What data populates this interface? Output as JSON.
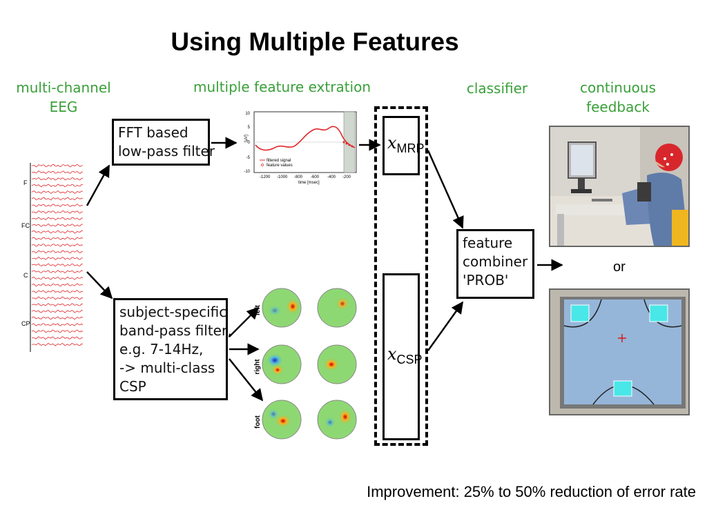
{
  "slide": {
    "title": "Using Multiple Features",
    "footer": "Improvement: 25% to 50% reduction of error rate"
  },
  "stages": {
    "eeg": "multi-channel\nEEG",
    "extraction": "multiple feature extration",
    "classifier": "classifier",
    "feedback": "continuous\nfeedback"
  },
  "eeg_channels": [
    "F",
    "FC",
    "C",
    "CP"
  ],
  "boxes": {
    "fft": "FFT based\nlow-pass filter",
    "band": "subject-specific\nband-pass filter,\ne.g. 7-14Hz,\n-> multi-class\nCSP",
    "combiner": "feature\ncombiner\n'PROB'"
  },
  "features": {
    "mrp_main": "x",
    "mrp_sub": "MRP",
    "csp_main": "x",
    "csp_sub": "CSP"
  },
  "mini_plot": {
    "ylabel": "[µV]",
    "xlabel": "time [msec]",
    "x_ticks": [
      "-1200",
      "-1000",
      "-800",
      "-600",
      "-400",
      "-200"
    ],
    "y_ticks": [
      "10",
      "5",
      "0",
      "-5",
      "-10"
    ],
    "legend": [
      "filtered signal",
      "feature values"
    ]
  },
  "topo_labels": [
    "left",
    "right",
    "foot"
  ],
  "or_label": "or",
  "colors": {
    "green_text": "#3aa03a",
    "box_border": "#000000",
    "signal_red": "#e0262a"
  }
}
